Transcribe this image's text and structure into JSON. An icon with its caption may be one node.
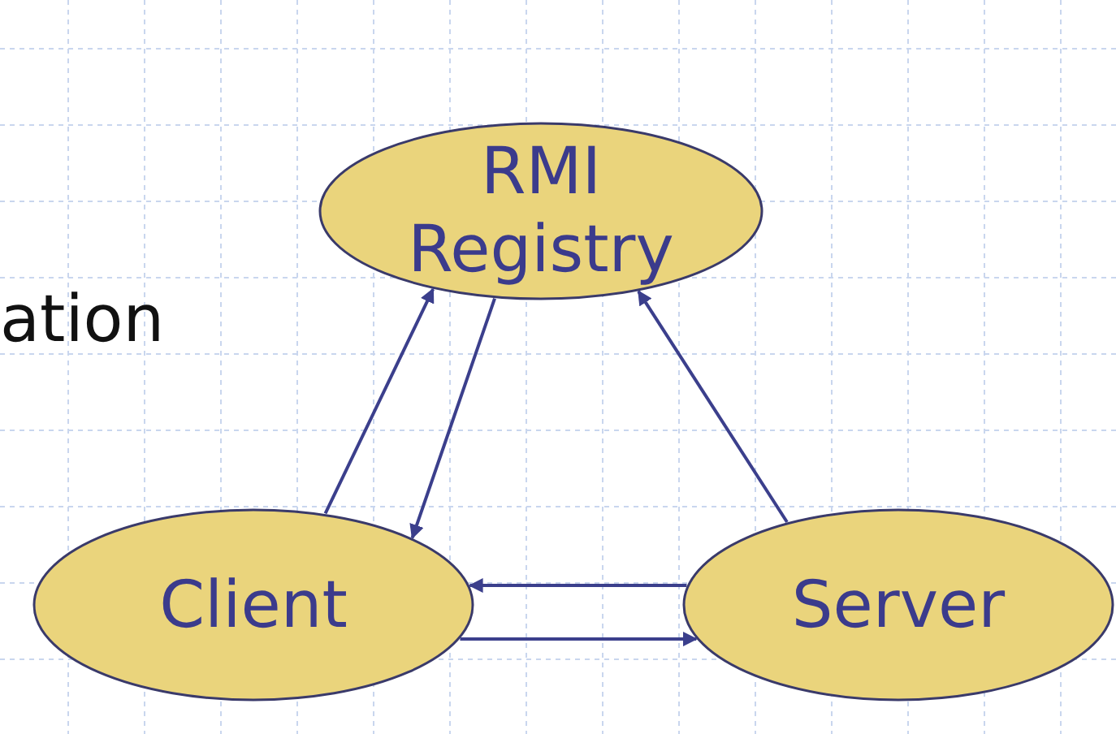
{
  "diagram": {
    "nodes": [
      {
        "text": [
          "RMI Registry"
        ]
      },
      {
        "text": [
          "Client"
        ]
      },
      {
        "text": [
          "Server"
        ]
      }
    ],
    "edges": [
      {
        "from": 1,
        "to": 0,
        "arrow": "to"
      },
      {
        "from": 0,
        "to": 1,
        "arrow": "to"
      },
      {
        "from": 2,
        "to": 0,
        "arrow": "to"
      },
      {
        "from": 2,
        "to": 1,
        "arrow": "to"
      },
      {
        "from": 1,
        "to": 2,
        "arrow": "to"
      }
    ],
    "labels": [
      "ation"
    ]
  }
}
